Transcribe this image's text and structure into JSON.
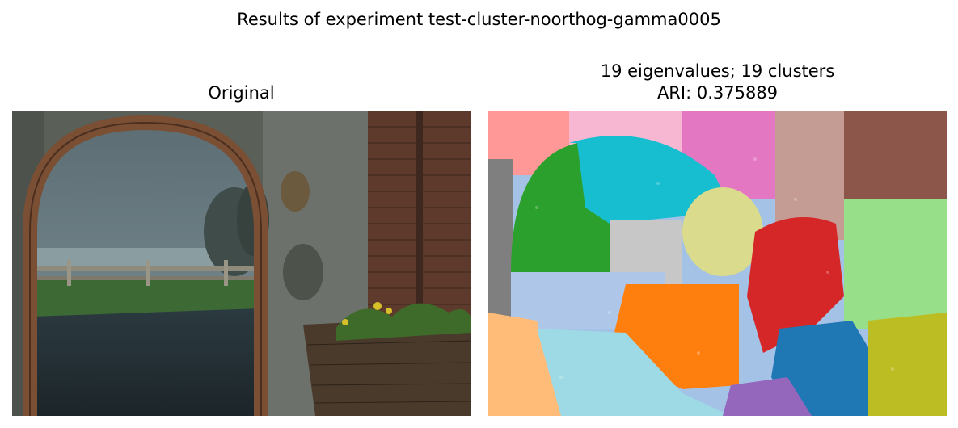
{
  "figure": {
    "suptitle": "Results of experiment test-cluster-noorthog-gamma0005"
  },
  "panels": {
    "original": {
      "title": "Original",
      "image": "photo of a stone archway with brick wall, fence, lawn and sea beyond"
    },
    "segmentation": {
      "title_line1": "19 eigenvalues; 19 clusters",
      "title_line2": "ARI: 0.375889",
      "image": "cluster label map with 19 colored regions"
    }
  }
}
